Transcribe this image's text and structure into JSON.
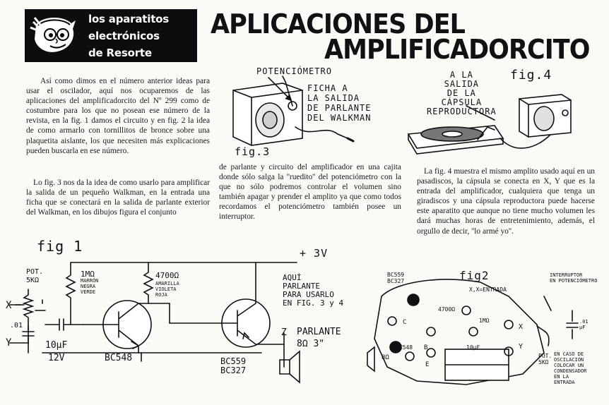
{
  "header": {
    "logo_line1": "los aparatitos",
    "logo_line2": "electrónicos",
    "logo_line3": "de Resorte",
    "title_line1": "APLICACIONES DEL",
    "title_line2": "AMPLIFICADORCITO"
  },
  "article": {
    "col1_p1": "Así como dimos en el número anterior ideas para usar el oscilador, aquí nos ocuparemos de las aplicaciones del amplificadorcito del Nº 299 como de costumbre para los que no posean ese número de la revista, en la fig. 1 damos el circuito y en fig. 2 la idea de como armarlo con tornillitos de bronce sobre una plaquetita aislante, los que necesiten más explicaciones pueden buscarla en ese número.",
    "col1_p2": "Lo fig. 3 nos da la idea de como usarlo para amplificar la salida de un pequeño Walkman, en la entrada una ficha que se conectará en la salida de parlante exterior del Walkman, en los dibujos figura el conjunto",
    "col2_p1": "de parlante y circuito del amplificador en una cajita donde sólo salga la ''ruedito'' del potenciómetro con la que no sólo podremos controlar el volumen sino también apagar y prender el amplito ya que como todos recordamos el potenciómetro también posee un interruptor.",
    "col3_p1": "La fig. 4 muestra el mismo amplito usado aquí en un pasadiscos, la cápsula se conecta en X, Y que es la entrada del amplificador, cualquiera que tenga un giradiscos y una cápsula reproductora puede hacerse este aparatito que aunque no tiene mucho volumen les dará muchas horas de entretenimiento, además, el orgullo de decir, ''lo armé yo''."
  },
  "fig3": {
    "label": "fig.3",
    "pot_label": "POTENCIÓMETRO",
    "ficha_label": "FICHA A\nLA SALIDA\nDE PARLANTE\nDEL WALKMAN"
  },
  "fig4": {
    "label": "fig.4",
    "salida_label": "A LA\nSALIDA\nDE LA\nCÁPSULA\nREPRODUCTORA"
  },
  "fig1": {
    "label": "fig 1",
    "supply": "+ 3V",
    "pot": "POT.\n5KΩ",
    "x": "X",
    "y": "Y",
    "cap01": ".01",
    "cap10": "10μF",
    "v12": "12V",
    "r1": "1MΩ",
    "r1_colors": "MARRÓN\nNEGRA\nVERDE",
    "r2": "4700Ω",
    "r2_colors": "AMARILLA\nVIOLETA\nROJA",
    "t1": "BC548",
    "t2": "BC559\nBC327",
    "aqui": "AQUÍ\nPARLANTE\nPARA USARLO\nEN FIG. 3 y 4",
    "z": "Z",
    "parlante": "PARLANTE\n8Ω 3\""
  },
  "fig2": {
    "label": "fig2",
    "xy_entrada": "X,X=ENTRADA",
    "interruptor": "INTERRUPTOR\nEN POTENCIÓMETRO",
    "bc559": "BC559\nBC327",
    "bc548": "BC548",
    "r4700": "4700Ω",
    "r1ma": "1MΩ",
    "c10": "10μF",
    "spk": "8Ω",
    "pot": "POT.\n5KΩ",
    "oscilacion": "EN CASO DE\nOSCILACIÓN\nCOLOCAR UN\nCONDENSADOR\nEN LA\nENTRADA",
    "c01": ".01\nμF",
    "xx": "X",
    "yy": "Y",
    "c_letters": "C",
    "b_letters": "B",
    "e_letters": "E"
  }
}
